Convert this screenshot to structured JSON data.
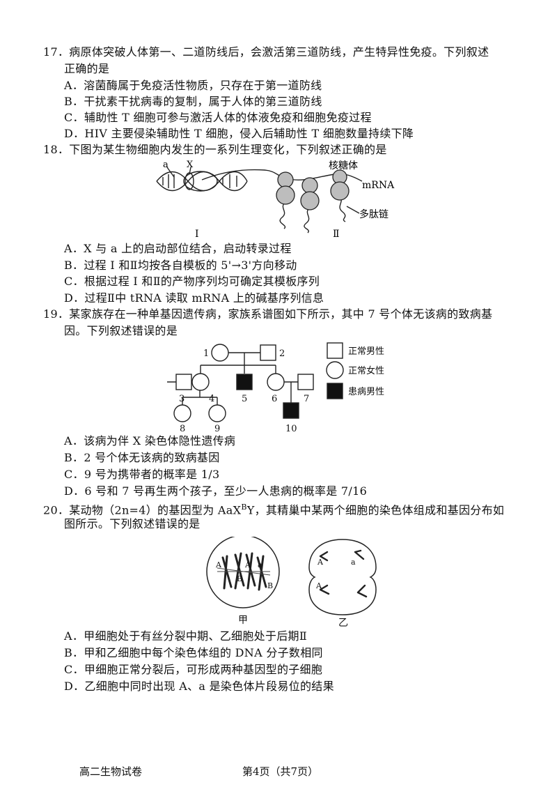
{
  "q17": {
    "stem1": "17．病原体突破人体第一、二道防线后，会激活第三道防线，产生特异性免疫。下列叙述",
    "stem2": "正确的是",
    "options": [
      "A．溶菌酶属于免疫活性物质，只存在于第一道防线",
      "B．干扰素干扰病毒的复制，属于人体的第三道防线",
      "C．辅助性 T 细胞可参与激活人体的体液免疫和细胞免疫过程",
      "D．HIV 主要侵染辅助性 T 细胞，侵入后辅助性 T 细胞数量持续下降"
    ]
  },
  "q18": {
    "stem": "18．下图为某生物细胞内发生的一系列生理变化，下列叙述正确的是",
    "figure": {
      "label_a": "a",
      "label_x": "X",
      "label_ribosome": "核糖体",
      "label_mrna": "mRNA",
      "label_peptide": "多肽链",
      "label_process1": "I",
      "label_process2": "Ⅱ"
    },
    "options": [
      "A．X 与 a 上的启动部位结合，启动转录过程",
      "B．过程 I 和Ⅱ均按各自模板的 5'→3'方向移动",
      "C．根据过程 I 和Ⅱ的产物序列均可确定其模板序列",
      "D．过程Ⅱ中 tRNA 读取 mRNA 上的碱基序列信息"
    ]
  },
  "q19": {
    "stem1": "19．某家族存在一种单基因遗传病，家族系谱图如下所示，其中 7 号个体无该病的致病基",
    "stem2": "因。下列叙述错误的是",
    "pedigree": {
      "numbers": [
        "1",
        "2",
        "3",
        "4",
        "5",
        "6",
        "7",
        "8",
        "9",
        "10"
      ],
      "legend": [
        "正常男性",
        "正常女性",
        "患病男性"
      ]
    },
    "options": [
      "A．该病为伴 X 染色体隐性遗传病",
      "B．2 号个体无该病的致病基因",
      "C．9 号为携带者的概率是 1/3",
      "D．6 号和 7 号再生两个孩子，至少一人患病的概率是 7/16"
    ]
  },
  "q20": {
    "stem1_pre": "20．某动物（2n=4）的基因型为 AaX",
    "stem1_sup1": "B",
    "stem1_mid": "Y，其精巢中某两个细胞的染色体组成和基因分布如",
    "stem2": "图所示。下列叙述错误的是",
    "figure": {
      "cell1": "甲",
      "cell2": "乙",
      "gene_A": "A",
      "gene_a": "a",
      "gene_B": "B"
    },
    "options": [
      "A．甲细胞处于有丝分裂中期、乙细胞处于后期Ⅱ",
      "B．甲和乙细胞中每个染色体组的 DNA 分子数相同",
      "C．甲细胞正常分裂后，可形成两种基因型的子细胞",
      "D．乙细胞中同时出现 A、a 是染色体片段易位的结果"
    ]
  },
  "footer": {
    "subject": "高二生物试卷",
    "page": "第4页（共7页）"
  }
}
